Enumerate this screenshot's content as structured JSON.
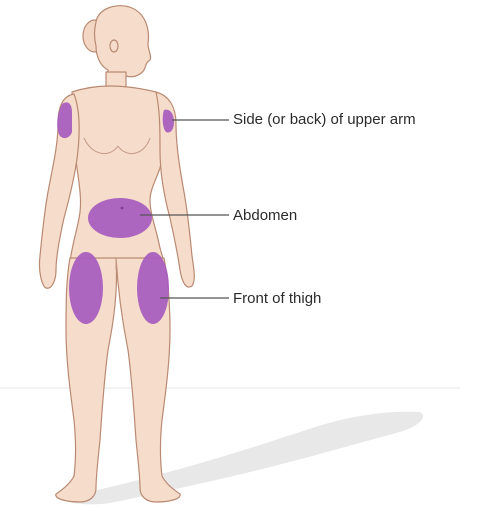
{
  "labels": {
    "upper_arm": "Side (or back) of upper arm",
    "abdomen": "Abdomen",
    "thigh": "Front of thigh"
  },
  "colors": {
    "skin": "#f6dccb",
    "skin_outline": "#b98a72",
    "injection_site": "#a65bbe",
    "leader_line": "#555555",
    "label_text": "#2b2b2b",
    "shadow": "#e6e6e6"
  }
}
